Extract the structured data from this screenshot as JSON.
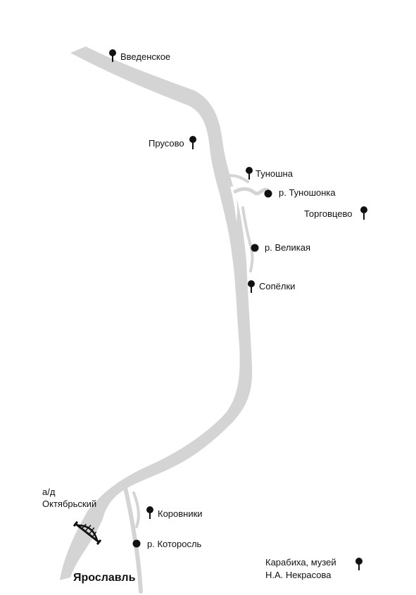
{
  "colors": {
    "river": "#d4d4d4",
    "marker": "#111111",
    "background": "#ffffff"
  },
  "places": [
    {
      "id": "vvedenskoe",
      "label": "Введенское",
      "icon": "map-pin-icon"
    },
    {
      "id": "prusovo",
      "label": "Прусово",
      "icon": "map-pin-icon"
    },
    {
      "id": "tunoshna",
      "label": "Туношна",
      "icon": "map-pin-icon"
    },
    {
      "id": "tunoshonka",
      "label": "р. Туношонка",
      "icon": "river-dot-icon"
    },
    {
      "id": "torgovtsevo",
      "label": "Торговцево",
      "icon": "map-pin-icon"
    },
    {
      "id": "velikaya",
      "label": "р. Великая",
      "icon": "river-dot-icon"
    },
    {
      "id": "sopelki",
      "label": "Сопёлки",
      "icon": "map-pin-icon"
    },
    {
      "id": "korovniki",
      "label": "Коровники",
      "icon": "map-pin-icon"
    },
    {
      "id": "kotorosl",
      "label": "р. Которосль",
      "icon": "river-dot-icon"
    },
    {
      "id": "karabikha",
      "label_line1": "Карабиха, музей",
      "label_line2": "Н.А. Некрасова",
      "icon": "map-pin-icon"
    }
  ],
  "bridge": {
    "label_line1": "а/д",
    "label_line2": "Октябрьский",
    "icon": "bridge-icon"
  },
  "city": {
    "label": "Ярославль"
  }
}
